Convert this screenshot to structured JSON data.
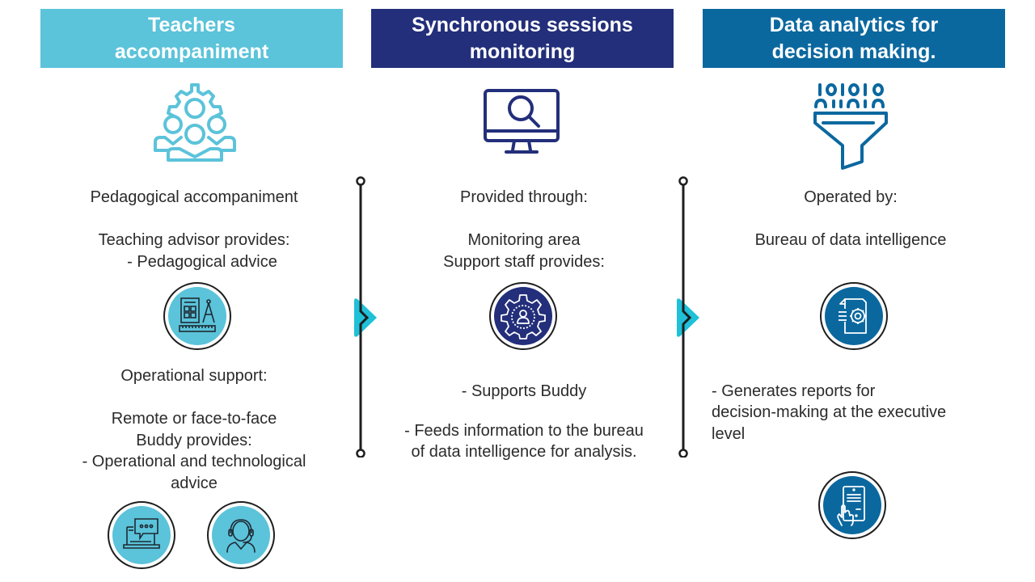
{
  "colors": {
    "teachers_header": "#5bc3da",
    "sessions_header": "#232f7a",
    "analytics_header": "#0b689f",
    "arrow_accent": "#1fc0d8",
    "text": "#2b2b2b"
  },
  "columns": [
    {
      "title": "Teachers accompaniment",
      "title_lines": [
        "Teachers",
        "accompaniment"
      ],
      "top_icon": "team-gear-icon",
      "texts": {
        "heading": "Pedagogical accompaniment",
        "advisor": "Teaching advisor provides:",
        "advisor_item": "- Pedagogical advice",
        "operational": "Operational support:",
        "remote": "Remote or face-to-face",
        "buddy": "Buddy provides:",
        "buddy_item_1": "- Operational and technological",
        "buddy_item_2": "advice"
      },
      "badges": [
        "calculator-compass-ruler-icon",
        "laptop-chat-icon",
        "headset-agent-icon"
      ]
    },
    {
      "title": "Synchronous sessions monitoring",
      "title_lines": [
        "Synchronous sessions",
        "monitoring"
      ],
      "top_icon": "monitor-search-icon",
      "texts": {
        "heading": "Provided through:",
        "area": "Monitoring area",
        "staff": "Support staff provides:",
        "item_1": "- Supports Buddy",
        "item_2_line_1": "- Feeds information to the bureau",
        "item_2_line_2": "of data intelligence for analysis."
      },
      "badges": [
        "gear-user-icon"
      ]
    },
    {
      "title": "Data analytics for decision making.",
      "title_lines": [
        "Data analytics for",
        "decision making."
      ],
      "top_icon": "binary-funnel-icon",
      "texts": {
        "heading": "Operated by:",
        "bureau": "Bureau of data intelligence",
        "item_line_1": "- Generates reports for",
        "item_line_2": "decision-making at the executive",
        "item_line_3": "level"
      },
      "badges": [
        "document-gear-icon",
        "tablet-touch-icon"
      ]
    }
  ],
  "dividers": [
    {
      "icon": "chevron-right-icon"
    },
    {
      "icon": "chevron-right-icon"
    }
  ]
}
